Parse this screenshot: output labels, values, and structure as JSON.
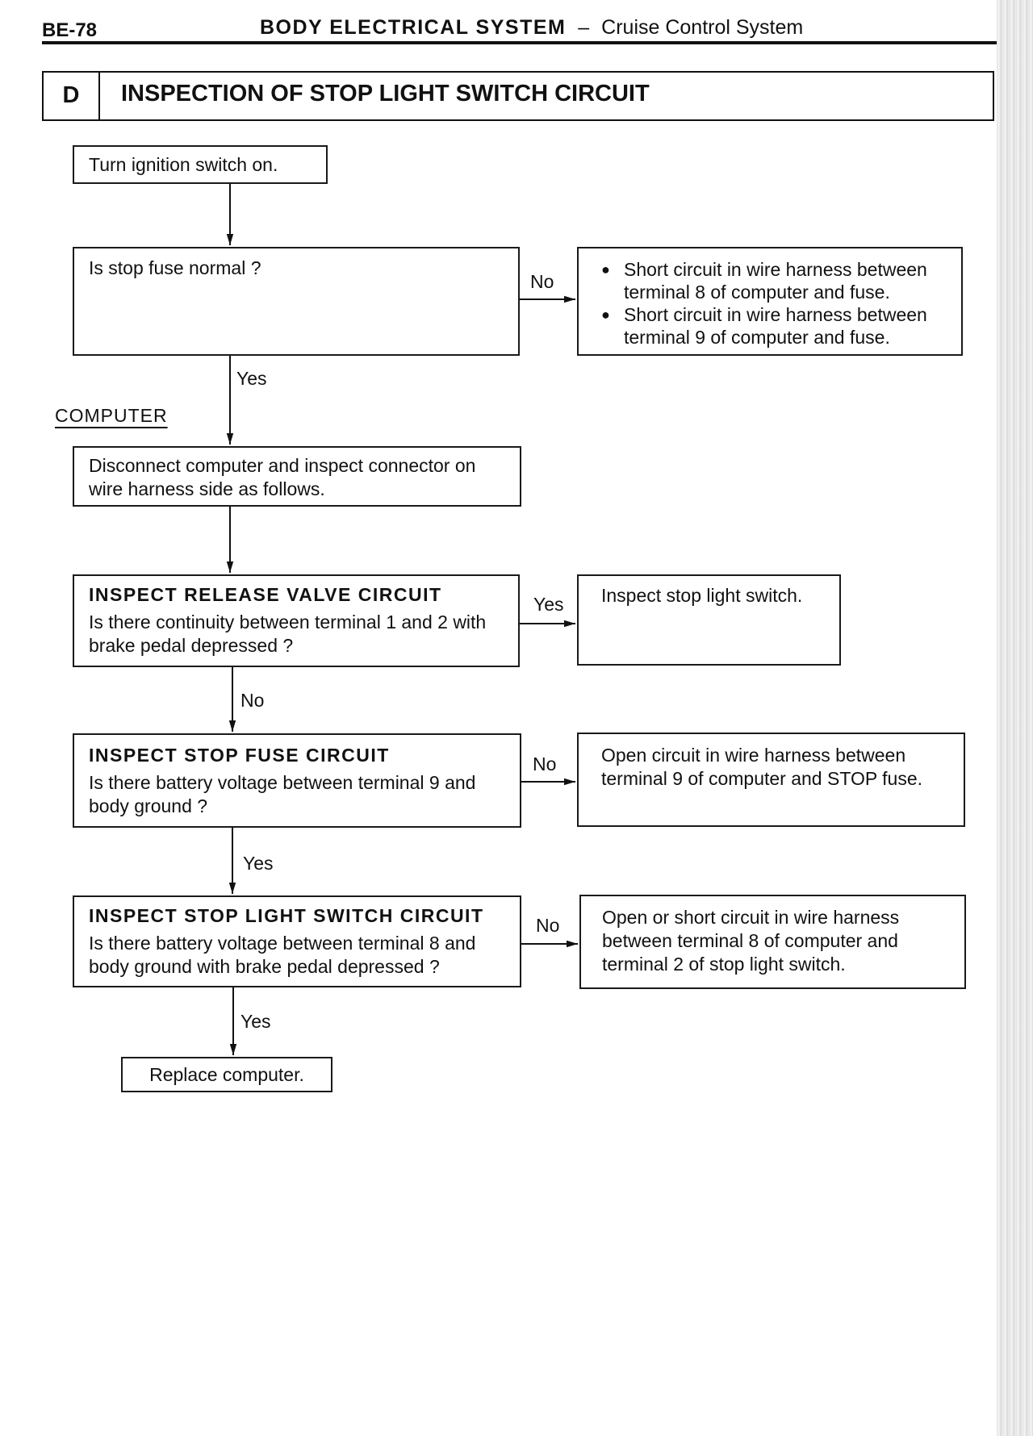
{
  "header": {
    "page_number": "BE-78",
    "section": "BODY ELECTRICAL SYSTEM",
    "dash": "–",
    "subsection": "Cruise Control System"
  },
  "title": {
    "letter": "D",
    "text": "INSPECTION OF STOP LIGHT SWITCH CIRCUIT"
  },
  "flow": {
    "step_ignition": "Turn ignition switch on.",
    "q_stop_fuse": "Is stop fuse normal ?",
    "no_stop_fuse": [
      "Short circuit in wire harness between terminal 8 of computer and fuse.",
      "Short circuit in wire harness between terminal 9 of computer and fuse."
    ],
    "computer_label": "COMPUTER",
    "step_disconnect": "Disconnect computer and inspect connector on wire harness side as follows.",
    "release_valve": {
      "heading": "INSPECT RELEASE VALVE CIRCUIT",
      "question": "Is there continuity between terminal 1 and 2 with brake pedal depressed ?"
    },
    "release_yes_result": "Inspect stop light switch.",
    "stop_fuse_circuit": {
      "heading": "INSPECT STOP FUSE CIRCUIT",
      "question": "Is there battery voltage between terminal 9 and body ground ?"
    },
    "stop_fuse_no_result": "Open circuit in wire harness between terminal 9 of computer and STOP fuse.",
    "stop_light_switch_circuit": {
      "heading": "INSPECT STOP LIGHT SWITCH CIRCUIT",
      "question": "Is there battery voltage between terminal 8 and body ground with brake pedal depressed ?"
    },
    "stop_light_no_result": "Open or short circuit in wire harness between terminal 8 of computer and terminal 2 of stop light switch.",
    "final_step": "Replace computer.",
    "labels": {
      "no_1": "No",
      "yes_1": "Yes",
      "yes_2": "Yes",
      "no_2": "No",
      "no_3": "No",
      "yes_3": "Yes",
      "no_4": "No",
      "yes_4": "Yes"
    }
  }
}
